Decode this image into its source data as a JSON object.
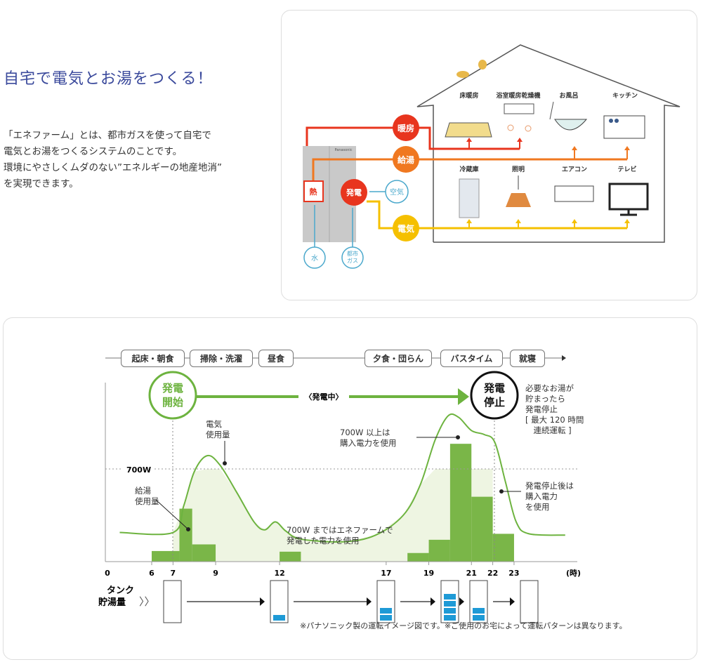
{
  "title": "自宅で電気とお湯をつくる！",
  "intro": [
    "「エネファーム」とは、都市ガスを使って自宅で",
    "電気とお湯をつくるシステムのことです。",
    "環境にやさしくムダのない”エネルギーの地産地消”",
    "を実現できます。"
  ],
  "house": {
    "flows": {
      "heating": "暖房",
      "hot_water": "給湯",
      "electricity": "電気"
    },
    "unit": {
      "heat": "熱",
      "generation": "発電",
      "air": "空気",
      "water": "水",
      "gas": "都市ガス",
      "gas_line1": "都市",
      "gas_line2": "ガス",
      "brand": "Panasonic"
    },
    "appliances_hot": [
      "床暖房",
      "浴室暖房乾燥機",
      "お風呂",
      "キッチン"
    ],
    "appliances_elec": [
      "冷蔵庫",
      "照明",
      "エアコン",
      "テレビ"
    ],
    "colors": {
      "heating": "#e8351e",
      "hot_water": "#f07820",
      "electricity": "#f5c000",
      "input": "#4aa8cc"
    }
  },
  "timeline": [
    "起床・朝食",
    "掃除・洗濯",
    "昼食",
    "夕食・団らん",
    "バスタイム",
    "就寝"
  ],
  "start": {
    "l1": "発電",
    "l2": "開始"
  },
  "stop": {
    "l1": "発電",
    "l2": "停止"
  },
  "generating": "〈発電中〉",
  "notes": {
    "elec": [
      "電気",
      "使用量"
    ],
    "over": [
      "700W 以上は",
      "購入電力を使用"
    ],
    "hot": [
      "給湯",
      "使用量"
    ],
    "under": [
      "700W まではエネファームで",
      "発電した電力を使用"
    ],
    "stopnote": [
      "必要なお湯が",
      "貯まったら",
      "発電停止",
      "[ 最大 120 時間",
      "　連続運転 ]"
    ],
    "after": [
      "発電停止後は",
      "購入電力",
      "を使用"
    ]
  },
  "tank": {
    "l1": "タンク",
    "l2": "貯湯量",
    "chev": "〉〉"
  },
  "footnote": "※パナソニック製の運転イメージ図です。※ご使用のお宅によって運転パターンは異なります。",
  "chart_data": {
    "type": "bar+line",
    "unit_label": "(時)",
    "threshold": {
      "value": 700,
      "label": "700W"
    },
    "x_ticks": [
      0,
      6,
      7,
      9,
      12,
      17,
      19,
      21,
      22,
      23
    ],
    "hot_water_bars": [
      {
        "from": 6,
        "to": 7.3,
        "value": 80
      },
      {
        "from": 7.3,
        "to": 7.9,
        "value": 400
      },
      {
        "from": 7.9,
        "to": 9,
        "value": 130
      },
      {
        "from": 12,
        "to": 13,
        "value": 75
      },
      {
        "from": 18,
        "to": 19,
        "value": 65
      },
      {
        "from": 19,
        "to": 20,
        "value": 165
      },
      {
        "from": 20,
        "to": 21,
        "value": 890
      },
      {
        "from": 21,
        "to": 22,
        "value": 490
      },
      {
        "from": 22,
        "to": 23,
        "value": 210
      }
    ],
    "electricity_line": [
      [
        4.5,
        220
      ],
      [
        7,
        220
      ],
      [
        7.5,
        420
      ],
      [
        8,
        680
      ],
      [
        8.6,
        800
      ],
      [
        9.2,
        730
      ],
      [
        10,
        520
      ],
      [
        10.8,
        300
      ],
      [
        11.3,
        240
      ],
      [
        11.8,
        300
      ],
      [
        12.3,
        230
      ],
      [
        13,
        170
      ],
      [
        15,
        150
      ],
      [
        16.5,
        200
      ],
      [
        17.8,
        350
      ],
      [
        18.6,
        580
      ],
      [
        19.3,
        920
      ],
      [
        19.9,
        1100
      ],
      [
        20.4,
        1090
      ],
      [
        21,
        990
      ],
      [
        21.6,
        960
      ],
      [
        22.1,
        900
      ],
      [
        22.6,
        600
      ],
      [
        23.1,
        300
      ],
      [
        23.7,
        210
      ],
      [
        25.4,
        200
      ]
    ],
    "tank_levels": [
      {
        "hour": 7,
        "level": 0
      },
      {
        "hour": 12,
        "level": 1
      },
      {
        "hour": 17,
        "level": 2
      },
      {
        "hour": 20,
        "level": 4
      },
      {
        "hour": 21.5,
        "level": 2
      },
      {
        "hour": 23,
        "level": 0
      }
    ],
    "start_hour": 7,
    "stop_hour": 22
  }
}
